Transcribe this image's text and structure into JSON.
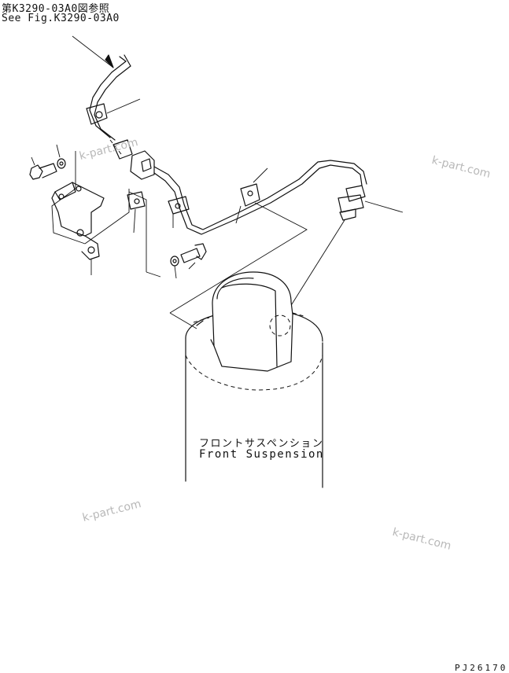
{
  "diagram": {
    "reference_jp": "第K3290-03A0図参照",
    "reference_en": "See Fig.K3290-03A0",
    "suspension_label_jp": "フロントサスペンション",
    "suspension_label_en": "Front Suspension",
    "figure_code": "PJ26170"
  },
  "watermarks": [
    "k-part.com",
    "k-part.com",
    "k-part.com",
    "k-part.com"
  ]
}
